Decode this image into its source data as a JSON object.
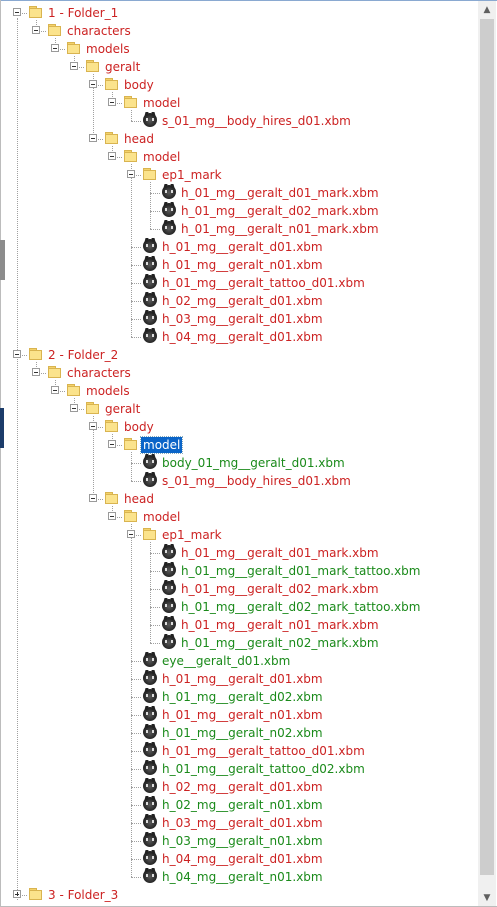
{
  "tree": [
    {
      "label": "1 - Folder_1",
      "type": "folder",
      "expanded": true,
      "children": [
        {
          "label": "characters",
          "type": "folder",
          "expanded": true,
          "children": [
            {
              "label": "models",
              "type": "folder",
              "expanded": true,
              "children": [
                {
                  "label": "geralt",
                  "type": "folder",
                  "expanded": true,
                  "children": [
                    {
                      "label": "body",
                      "type": "folder",
                      "expanded": true,
                      "children": [
                        {
                          "label": "model",
                          "type": "folder",
                          "expanded": true,
                          "children": [
                            {
                              "label": "s_01_mg__body_hires_d01.xbm",
                              "type": "file",
                              "color": "red"
                            }
                          ]
                        }
                      ]
                    },
                    {
                      "label": "head",
                      "type": "folder",
                      "expanded": true,
                      "children": [
                        {
                          "label": "model",
                          "type": "folder",
                          "expanded": true,
                          "children": [
                            {
                              "label": "ep1_mark",
                              "type": "folder",
                              "expanded": true,
                              "children": [
                                {
                                  "label": "h_01_mg__geralt_d01_mark.xbm",
                                  "type": "file",
                                  "color": "red"
                                },
                                {
                                  "label": "h_01_mg__geralt_d02_mark.xbm",
                                  "type": "file",
                                  "color": "red"
                                },
                                {
                                  "label": "h_01_mg__geralt_n01_mark.xbm",
                                  "type": "file",
                                  "color": "red"
                                }
                              ]
                            },
                            {
                              "label": "h_01_mg__geralt_d01.xbm",
                              "type": "file",
                              "color": "red"
                            },
                            {
                              "label": "h_01_mg__geralt_n01.xbm",
                              "type": "file",
                              "color": "red"
                            },
                            {
                              "label": "h_01_mg__geralt_tattoo_d01.xbm",
                              "type": "file",
                              "color": "red"
                            },
                            {
                              "label": "h_02_mg__geralt_d01.xbm",
                              "type": "file",
                              "color": "red"
                            },
                            {
                              "label": "h_03_mg__geralt_d01.xbm",
                              "type": "file",
                              "color": "red"
                            },
                            {
                              "label": "h_04_mg__geralt_d01.xbm",
                              "type": "file",
                              "color": "red"
                            }
                          ]
                        }
                      ]
                    }
                  ]
                }
              ]
            }
          ]
        }
      ]
    },
    {
      "label": "2 - Folder_2",
      "type": "folder",
      "expanded": true,
      "children": [
        {
          "label": "characters",
          "type": "folder",
          "expanded": true,
          "children": [
            {
              "label": "models",
              "type": "folder",
              "expanded": true,
              "children": [
                {
                  "label": "geralt",
                  "type": "folder",
                  "expanded": true,
                  "children": [
                    {
                      "label": "body",
                      "type": "folder",
                      "expanded": true,
                      "children": [
                        {
                          "label": "model",
                          "type": "folder",
                          "expanded": true,
                          "selected": true,
                          "children": [
                            {
                              "label": "body_01_mg__geralt_d01.xbm",
                              "type": "file",
                              "color": "green"
                            },
                            {
                              "label": "s_01_mg__body_hires_d01.xbm",
                              "type": "file",
                              "color": "red"
                            }
                          ]
                        }
                      ]
                    },
                    {
                      "label": "head",
                      "type": "folder",
                      "expanded": true,
                      "children": [
                        {
                          "label": "model",
                          "type": "folder",
                          "expanded": true,
                          "children": [
                            {
                              "label": "ep1_mark",
                              "type": "folder",
                              "expanded": true,
                              "children": [
                                {
                                  "label": "h_01_mg__geralt_d01_mark.xbm",
                                  "type": "file",
                                  "color": "red"
                                },
                                {
                                  "label": "h_01_mg__geralt_d01_mark_tattoo.xbm",
                                  "type": "file",
                                  "color": "green"
                                },
                                {
                                  "label": "h_01_mg__geralt_d02_mark.xbm",
                                  "type": "file",
                                  "color": "red"
                                },
                                {
                                  "label": "h_01_mg__geralt_d02_mark_tattoo.xbm",
                                  "type": "file",
                                  "color": "green"
                                },
                                {
                                  "label": "h_01_mg__geralt_n01_mark.xbm",
                                  "type": "file",
                                  "color": "red"
                                },
                                {
                                  "label": "h_01_mg__geralt_n02_mark.xbm",
                                  "type": "file",
                                  "color": "green"
                                }
                              ]
                            },
                            {
                              "label": "eye__geralt_d01.xbm",
                              "type": "file",
                              "color": "green"
                            },
                            {
                              "label": "h_01_mg__geralt_d01.xbm",
                              "type": "file",
                              "color": "red"
                            },
                            {
                              "label": "h_01_mg__geralt_d02.xbm",
                              "type": "file",
                              "color": "green"
                            },
                            {
                              "label": "h_01_mg__geralt_n01.xbm",
                              "type": "file",
                              "color": "red"
                            },
                            {
                              "label": "h_01_mg__geralt_n02.xbm",
                              "type": "file",
                              "color": "green"
                            },
                            {
                              "label": "h_01_mg__geralt_tattoo_d01.xbm",
                              "type": "file",
                              "color": "red"
                            },
                            {
                              "label": "h_01_mg__geralt_tattoo_d02.xbm",
                              "type": "file",
                              "color": "green"
                            },
                            {
                              "label": "h_02_mg__geralt_d01.xbm",
                              "type": "file",
                              "color": "red"
                            },
                            {
                              "label": "h_02_mg__geralt_n01.xbm",
                              "type": "file",
                              "color": "green"
                            },
                            {
                              "label": "h_03_mg__geralt_d01.xbm",
                              "type": "file",
                              "color": "red"
                            },
                            {
                              "label": "h_03_mg__geralt_n01.xbm",
                              "type": "file",
                              "color": "green"
                            },
                            {
                              "label": "h_04_mg__geralt_d01.xbm",
                              "type": "file",
                              "color": "red"
                            },
                            {
                              "label": "h_04_mg__geralt_n01.xbm",
                              "type": "file",
                              "color": "green"
                            }
                          ]
                        }
                      ]
                    }
                  ]
                }
              ]
            }
          ]
        }
      ]
    },
    {
      "label": "3 - Folder_3",
      "type": "folder",
      "expanded": false,
      "children": []
    }
  ],
  "colors": {
    "red": "#cc2222",
    "green": "#1a8a1a",
    "selection": "#0a64c8"
  },
  "icons": {
    "folder": "folder-icon",
    "file": "texture-file-icon",
    "expander": "expander-icon"
  }
}
